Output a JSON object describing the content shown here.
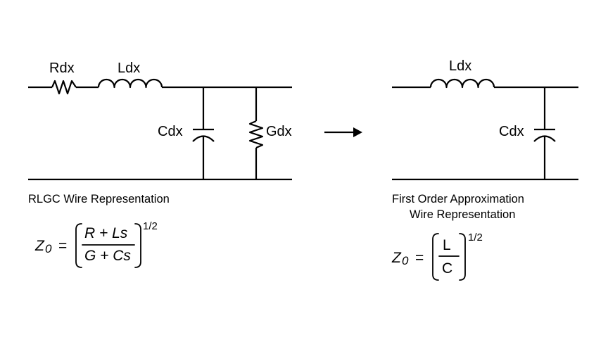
{
  "rlgc": {
    "labels": {
      "resistor": "Rdx",
      "inductor": "Ldx",
      "capacitor": "Cdx",
      "conductance": "Gdx"
    },
    "caption": "RLGC Wire Representation",
    "equation": {
      "lhs_main": "Z",
      "lhs_sub": "0",
      "equals": "=",
      "numerator": "R + Ls",
      "denominator": "G + Cs",
      "exponent": "1/2"
    }
  },
  "approx": {
    "labels": {
      "inductor": "Ldx",
      "capacitor": "Cdx"
    },
    "caption_line1": "First Order Approximation",
    "caption_line2": "Wire Representation",
    "equation": {
      "lhs_main": "Z",
      "lhs_sub": "0",
      "equals": "=",
      "numerator": "L",
      "denominator": "C",
      "exponent": "1/2"
    }
  },
  "arrow": "right-arrow"
}
